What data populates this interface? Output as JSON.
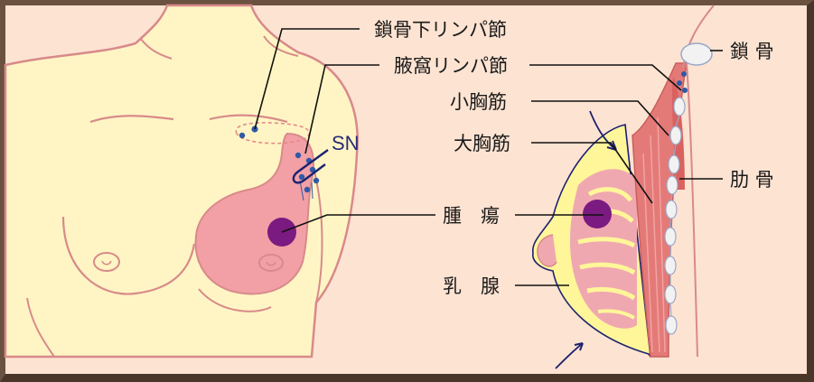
{
  "labels": {
    "subclavian_nodes": "鎖骨下リンパ節",
    "axillary_nodes": "腋窩リンパ節",
    "sn": "SN",
    "pectoralis_minor": "小胸筋",
    "pectoralis_major": "大胸筋",
    "tumor": "腫　瘍",
    "mammary_gland": "乳　腺",
    "clavicle": "鎖 骨",
    "ribs": "肋 骨"
  },
  "colors": {
    "background": "#fde3d2",
    "skin": "#fff5c4",
    "body_outline": "#d88a8a",
    "breast_area": "#f2a0a6",
    "tumor": "#7b1a80",
    "lymph_node": "#2e5aa6",
    "gland": "#f0a8b0",
    "gland_fat": "#fff69a",
    "muscle": "#e47a78",
    "bone": "#f2f2f2",
    "pointer": "#1d2270",
    "leader": "#111111"
  }
}
